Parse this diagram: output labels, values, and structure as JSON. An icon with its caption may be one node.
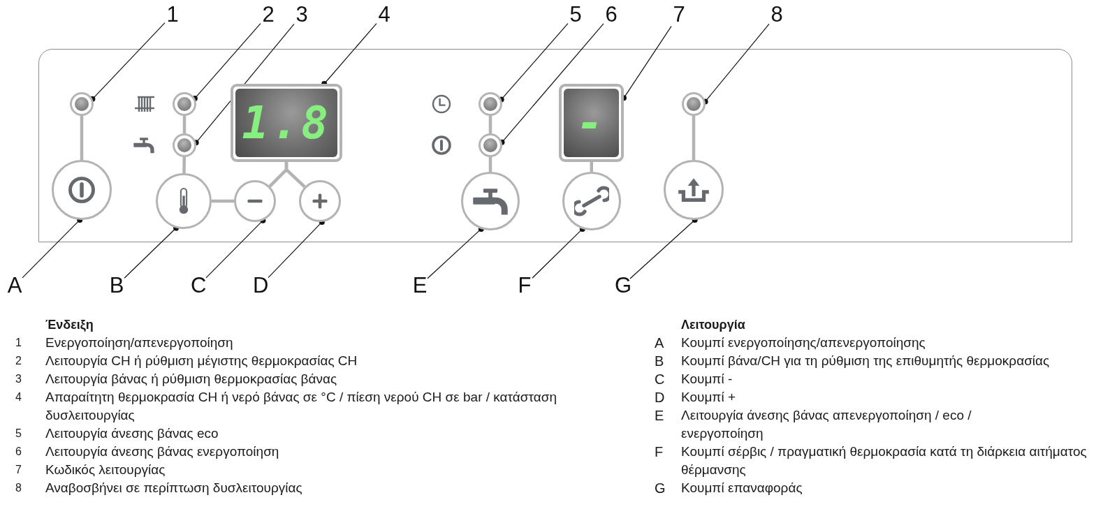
{
  "diagram": {
    "nodes": [
      {
        "text": [
          "1"
        ]
      },
      {
        "text": [
          "2"
        ]
      },
      {
        "text": [
          "3"
        ]
      },
      {
        "text": [
          "4"
        ]
      },
      {
        "text": [
          "5"
        ]
      },
      {
        "text": [
          "6"
        ]
      },
      {
        "text": [
          "7"
        ]
      },
      {
        "text": [
          "8"
        ]
      },
      {
        "text": [],
        "shape": "circle"
      },
      {
        "text": [],
        "shape": "circle"
      },
      {
        "text": [],
        "shape": "circle"
      },
      {
        "text": [
          "1.8"
        ]
      },
      {
        "text": [],
        "shape": "circle"
      },
      {
        "text": [],
        "shape": "circle"
      },
      {
        "text": [
          "-"
        ]
      },
      {
        "text": [],
        "shape": "circle"
      },
      {
        "text": [
          "A"
        ]
      },
      {
        "text": [
          "B"
        ]
      },
      {
        "text": [
          "C"
        ]
      },
      {
        "text": [
          "D"
        ]
      },
      {
        "text": [
          "E"
        ]
      },
      {
        "text": [
          "F"
        ]
      },
      {
        "text": [
          "G"
        ]
      },
      {
        "text": [],
        "shape": "circle"
      },
      {
        "text": [],
        "shape": "circle"
      },
      {
        "text": [],
        "shape": "circle"
      },
      {
        "text": [],
        "shape": "circle"
      },
      {
        "text": [],
        "shape": "circle"
      },
      {
        "text": [],
        "shape": "circle"
      },
      {
        "text": [],
        "shape": "circle"
      }
    ],
    "edges": [
      {
        "from": 0,
        "to": 8,
        "arrow": "other"
      },
      {
        "from": 1,
        "to": 9,
        "arrow": "other"
      },
      {
        "from": 2,
        "to": 10,
        "arrow": "other"
      },
      {
        "from": 3,
        "to": 11,
        "arrow": "other"
      },
      {
        "from": 4,
        "to": 12,
        "arrow": "other"
      },
      {
        "from": 5,
        "to": 13,
        "arrow": "other"
      },
      {
        "from": 6,
        "to": 14,
        "arrow": "other"
      },
      {
        "from": 7,
        "to": 15,
        "arrow": "other"
      },
      {
        "from": 16,
        "to": 23,
        "arrow": "other"
      },
      {
        "from": 17,
        "to": 24,
        "arrow": "other"
      },
      {
        "from": 18,
        "to": 25,
        "arrow": "other"
      },
      {
        "from": 19,
        "to": 26,
        "arrow": "other"
      },
      {
        "from": 20,
        "to": 27,
        "arrow": "other"
      },
      {
        "from": 21,
        "to": 28,
        "arrow": "other"
      },
      {
        "from": 22,
        "to": 29,
        "arrow": "other"
      },
      {
        "from": 8,
        "to": 23,
        "arrow": "none",
        "style": "thick",
        "color": "#b3b3b3"
      },
      {
        "from": 9,
        "to": 10,
        "arrow": "none",
        "style": "thick",
        "color": "#b3b3b3"
      },
      {
        "from": 10,
        "to": 24,
        "arrow": "none",
        "style": "thick",
        "color": "#b3b3b3"
      },
      {
        "from": 24,
        "to": 25,
        "arrow": "none",
        "style": "thick",
        "color": "#b3b3b3"
      },
      {
        "from": 11,
        "to": 25,
        "arrow": "none",
        "style": "thick",
        "color": "#b3b3b3"
      },
      {
        "from": 11,
        "to": 26,
        "arrow": "none",
        "style": "thick",
        "color": "#b3b3b3"
      },
      {
        "from": 12,
        "to": 13,
        "arrow": "none",
        "style": "thick",
        "color": "#b3b3b3"
      },
      {
        "from": 13,
        "to": 27,
        "arrow": "none",
        "style": "thick",
        "color": "#b3b3b3"
      },
      {
        "from": 14,
        "to": 28,
        "arrow": "none",
        "style": "thick",
        "color": "#b3b3b3"
      },
      {
        "from": 15,
        "to": 29,
        "arrow": "none",
        "style": "thick",
        "color": "#b3b3b3"
      }
    ],
    "labels": [
      "Ένδειξη",
      "1",
      "Ενεργοποίηση/απενεργοποίηση",
      "2",
      "Λειτουργία CH ή ρύθμιση μέγιστης θερμοκρασίας CH",
      "3",
      "Λειτουργία βάνας ή ρύθμιση θερμοκρασίας βάνας",
      "4",
      "Απαραίτητη θερμοκρασία CH ή νερό βάνας σε °C / πίεση νερού CH σε bar / κατάσταση δυσλειτουργίας",
      "5",
      "Λειτουργία άνεσης βάνας eco",
      "6",
      "Λειτουργία άνεσης βάνας ενεργοποίηση",
      "7",
      "Κωδικός λειτουργίας",
      "8",
      "Αναβοσβήνει σε περίπτωση δυσλειτουργίας",
      "Λειτουργία",
      "A",
      "Κουμπί ενεργοποίησης/απενεργοποίησης",
      "B",
      "Κουμπί βάνα/CH για τη ρύθμιση της επιθυμητής θερμοκρασίας",
      "C",
      "Κουμπί -",
      "D",
      "Κουμπί +",
      "E",
      "Λειτουργία άνεσης βάνας απενεργοποίηση / eco / ενεργοποίηση",
      "F",
      "Κουμπί σέρβις / πραγματική θερμοκρασία κατά τη διάρκεια αιτήματος θέρμανσης",
      "G",
      "Κουμπί επαναφοράς"
    ]
  }
}
